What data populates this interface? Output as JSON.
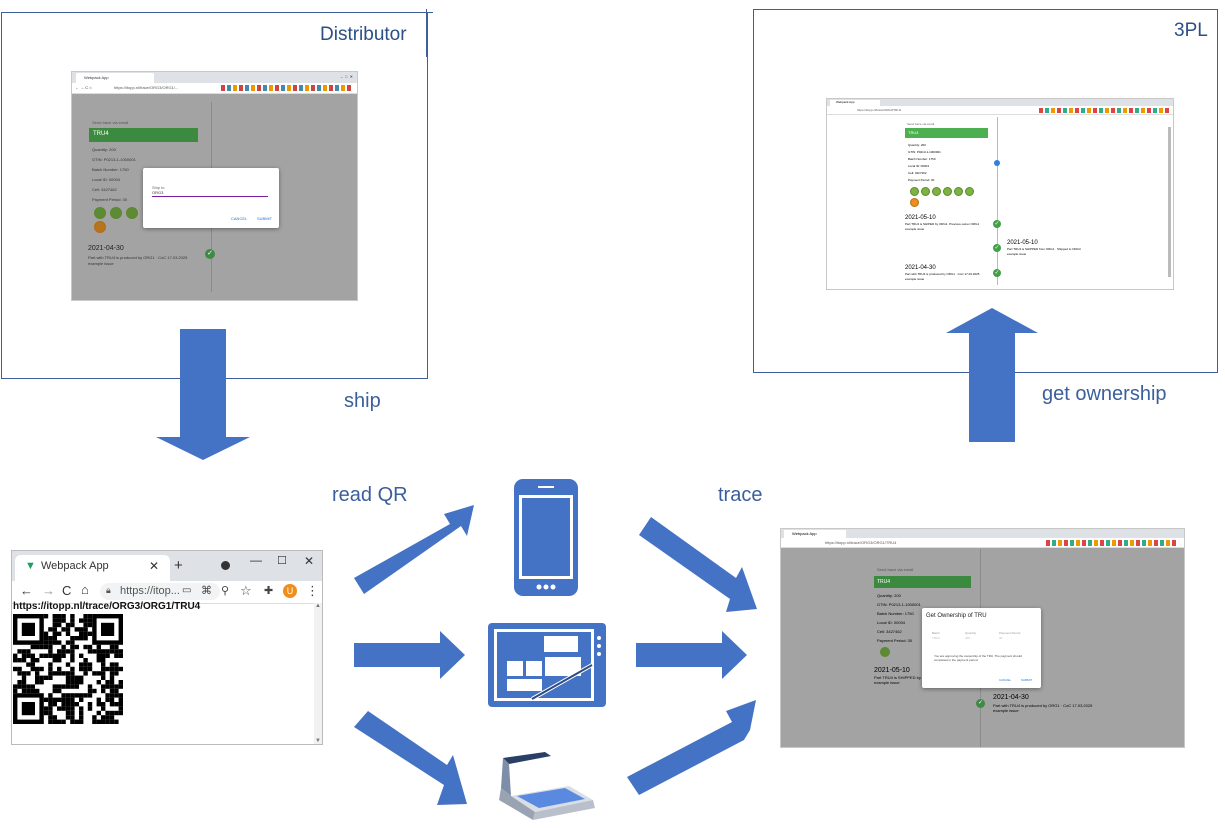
{
  "labels": {
    "distributor": "Distributor",
    "tpl": "3PL",
    "ship": "ship",
    "get_ownership": "get ownership",
    "read_qr": "read QR",
    "trace": "trace"
  },
  "colors": {
    "arrow": "#4472c4",
    "frame_border": "#3f5f9a",
    "label": "#3a5f9c",
    "green": "#4caf50",
    "check": "#43a047",
    "orange": "#ef8e1b"
  },
  "distributor_shot": {
    "tab": "Webpack App",
    "url": "https://itopp.nl/trace/ORG3/ORG1/...",
    "sub_title": "Send trace via email",
    "head": "TRU4",
    "fields": [
      "Quantity: 200",
      "GTIN: P0213-1-1000001",
      "Batch Number: 1750",
      "Local ID: 00004",
      "Cell: 3427462",
      "Payment Period: 30"
    ],
    "dialog_label": "Ship to",
    "dialog_value": "ORG3",
    "cancel": "CANCEL",
    "submit": "SUBMIT",
    "event_date": "2021-04-30",
    "event_text": "Part with TRU4 is produced by ORG1 · CoC 17.03.2025",
    "event_sub": "example issue"
  },
  "tpl_shot": {
    "tab": "Webpack App",
    "url": "https://itopp.nl/trace/ORG3/TRU4",
    "sub_title": "Send trace via email",
    "head": "TRU4",
    "fields": [
      "Quantity: 200",
      "GTIN: P0213-1-1000001",
      "Batch Number: 1750",
      "Local ID: 00004",
      "Cell: 3427462",
      "Payment Period: 30"
    ],
    "events": [
      {
        "date": "2021-05-10",
        "text": "Part TRU4 is SHIPED by ORG1. Previous owner ORG1",
        "sub": "example issue"
      },
      {
        "date": "2021-05-10",
        "text": "Part TRU4 is SHIPPED from ORG1 · Shipped to ORG3",
        "sub": "example issue"
      },
      {
        "date": "2021-04-30",
        "text": "Part with TRU4 is produced by ORG1 · CoC 17.03.2025",
        "sub": "example issue"
      }
    ]
  },
  "qr_shot": {
    "tab": "Webpack App",
    "url_short": "https://itop...",
    "avatar_letter": "U",
    "content_url": "https://itopp.nl/trace/ORG3/ORG1/TRU4"
  },
  "trace_shot": {
    "tab": "Webpack App",
    "url": "https://itopp.nl/trace/ORG3/ORG1/TRU4",
    "sub_title": "Send trace via email",
    "head": "TRU4",
    "fields": [
      "Quantity: 200",
      "GTIN: P0213-1-1000001",
      "Batch Number: 1750",
      "Local ID: 00004",
      "Cell: 3427462",
      "Payment Period: 30"
    ],
    "dialog_title": "Get Ownership of TRU",
    "dialog_cols": [
      "Batch",
      "Quantity",
      "Payment Period"
    ],
    "dialog_vals": [
      "TRU4",
      "200",
      "30"
    ],
    "dialog_text": "You are approving the ownership of the TRU. The payment should completed in the payment period.",
    "cancel": "CANCEL",
    "submit": "SUBMIT",
    "event1_date": "2021-05-10",
    "event1_text": "Part TRU4 is SHIPPED by ORG1",
    "event1_sub": "example issue",
    "event2_date": "2021-04-30",
    "event2_text": "Part with TRU4 is produced by ORG1 · CoC 17.03.2025",
    "event2_sub": "example issue"
  },
  "devices": [
    "smartphone-icon",
    "tablet-icon",
    "scanner-icon"
  ]
}
